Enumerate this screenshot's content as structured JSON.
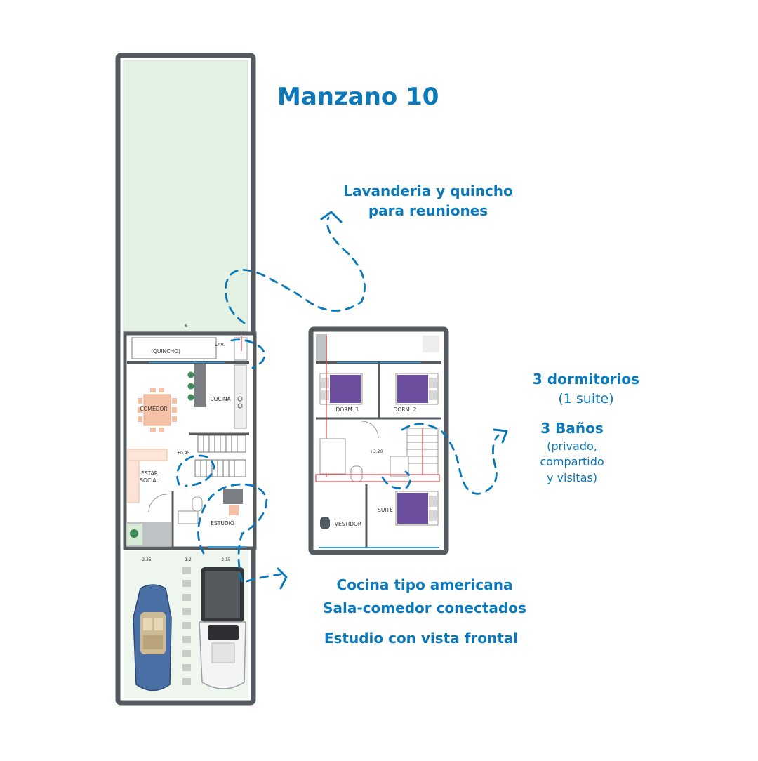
{
  "title": "Manzano 10",
  "annotations": {
    "lavanderia": [
      "Lavanderia y quincho",
      "para reuniones"
    ],
    "dormitorios": [
      "3 dormitorios",
      "(1 suite)"
    ],
    "banos": [
      "3 Baños",
      "(privado,",
      "compartido",
      "y visitas)"
    ],
    "cocina": [
      "Cocina tipo americana",
      "Sala-comedor conectados",
      "Estudio con vista frontal"
    ]
  },
  "ground_floor": {
    "rooms": {
      "quincho": "(QUINCHO)",
      "lav": "LAV.",
      "comedor": "COMEDOR",
      "cocina": "COCINA",
      "estar_1": "ESTAR",
      "estar_2": "SOCIAL",
      "estudio": "ESTUDIO"
    },
    "level": "+0.45",
    "dimensions": {
      "garden": "6",
      "d1": "2.35",
      "d2": "1.2",
      "d3": "2.15"
    }
  },
  "upper_floor": {
    "rooms": {
      "dorm1": "DORM. 1",
      "dorm2": "DORM. 2",
      "suite": "SUITE",
      "vestidor": "VESTIDOR"
    },
    "level": "+3.20"
  },
  "colors": {
    "accent": "#0a78b9",
    "wall": "#555a5f",
    "garden": "#e3f1e3",
    "furniture": "#f6c2a7",
    "bed": "#6b4f9e",
    "stair_line": "#e04848",
    "window": "#3a9ad9"
  }
}
